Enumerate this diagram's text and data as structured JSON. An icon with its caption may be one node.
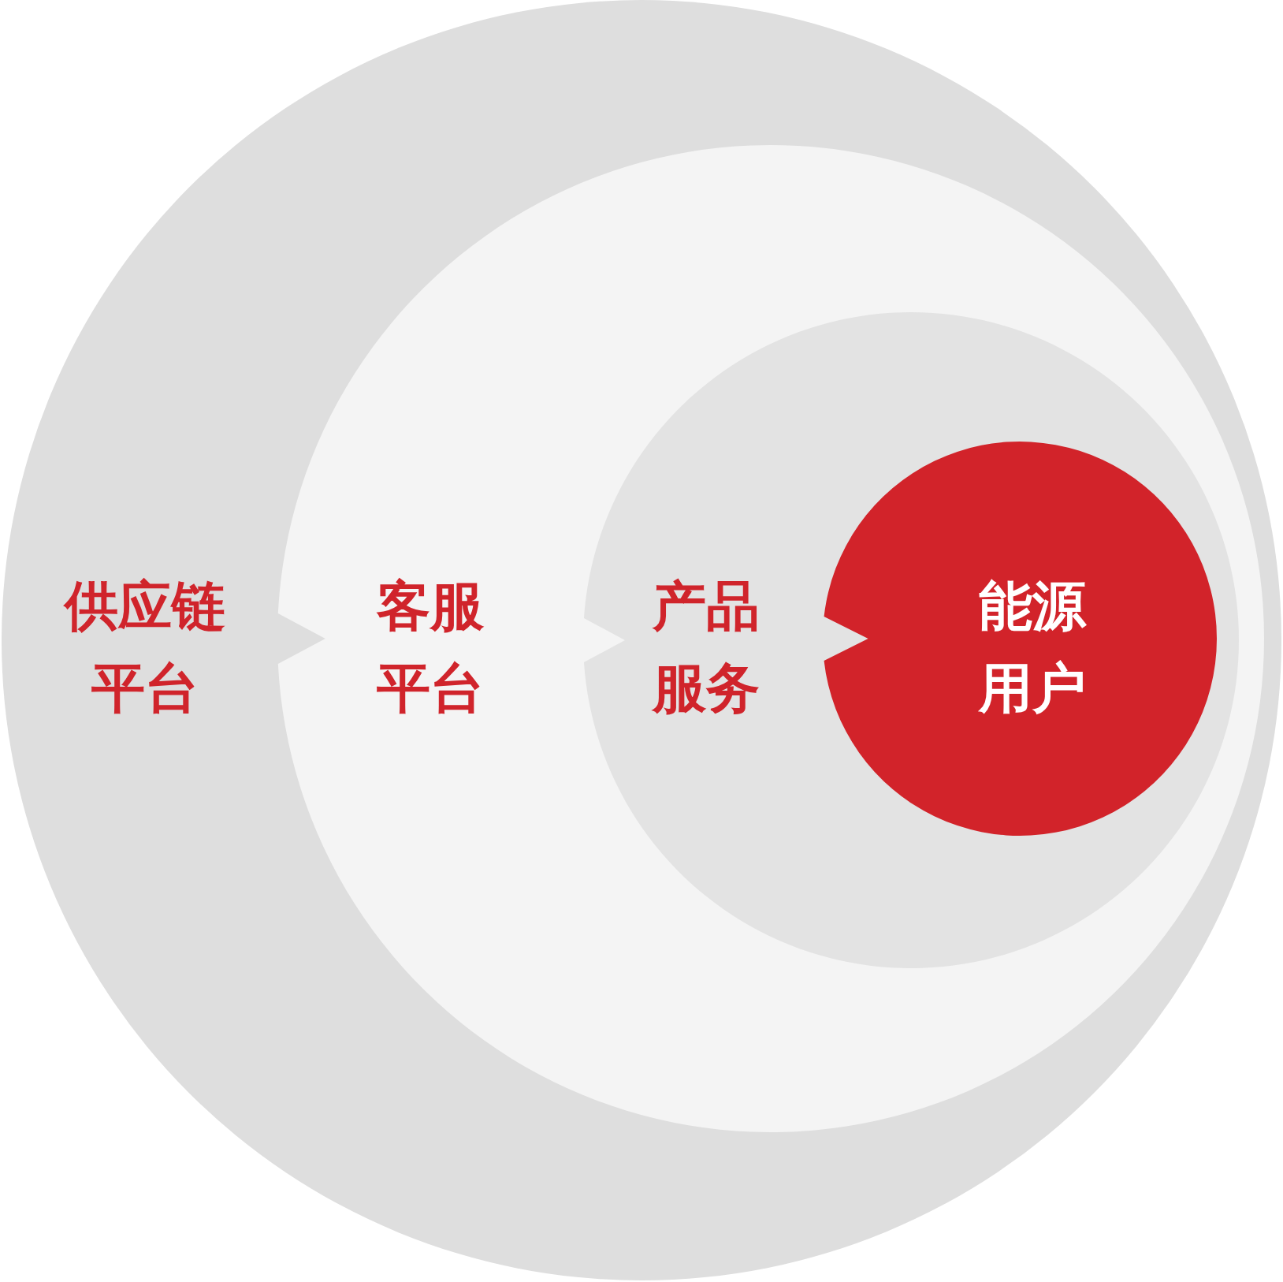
{
  "diagram": {
    "nodes": [
      {
        "text": [
          "供应链平台"
        ]
      },
      {
        "text": [
          "客服平台"
        ],
        "in": 0
      },
      {
        "text": [
          "产品服务"
        ],
        "in": 1
      },
      {
        "text": [
          "能源用户"
        ],
        "in": 2
      }
    ]
  }
}
